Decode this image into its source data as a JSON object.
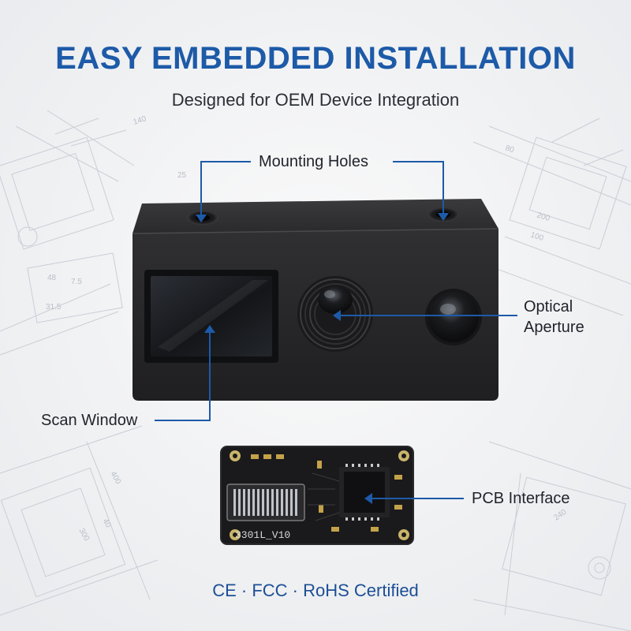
{
  "header": {
    "headline": "EASY EMBEDDED INSTALLATION",
    "subheadline": "Designed for OEM Device Integration"
  },
  "callouts": {
    "mounting_holes": "Mounting Holes",
    "optical_aperture_line1": "Optical",
    "optical_aperture_line2": "Aperture",
    "scan_window": "Scan Window",
    "pcb_interface": "PCB Interface"
  },
  "pcb": {
    "silkscreen_label": "3301L_V10"
  },
  "blueprint_dims": [
    "140",
    "80",
    "200",
    "100",
    "48",
    "7.5",
    "31.5",
    "40",
    "300",
    "400",
    "240",
    "25"
  ],
  "footer": {
    "certifications": "CE · FCC · RoHS Certified"
  },
  "colors": {
    "headline": "#1d5aa8",
    "callout_line": "#1d5aa8",
    "module_body": "#2b2b2d",
    "pcb_board": "#1a1a1c",
    "certifications": "#1d4f95"
  }
}
